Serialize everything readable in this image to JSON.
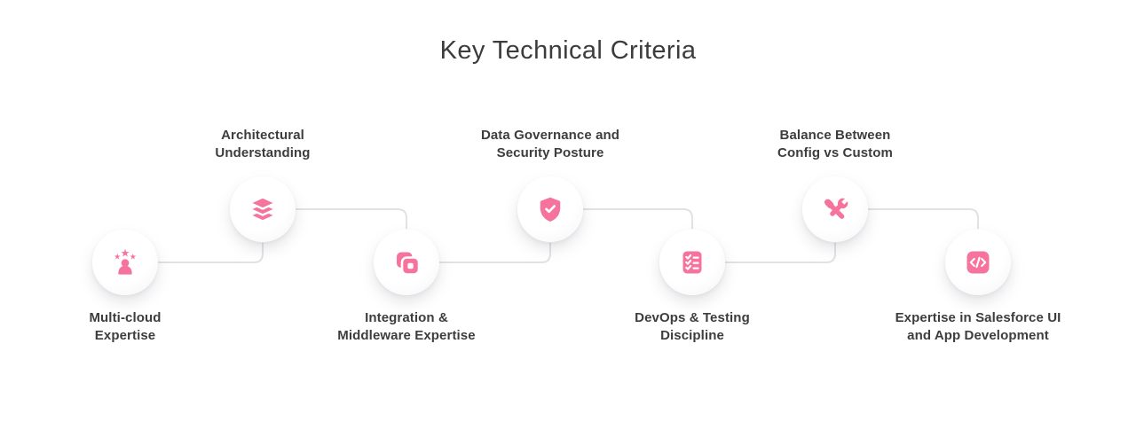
{
  "title": "Key Technical Criteria",
  "theme": {
    "accent_pink": "#F5739D",
    "connector_gray": "#E2E2E2",
    "text_dark": "#3D3D3D",
    "background": "#FFFFFF",
    "circle_fill": "#FFFFFF"
  },
  "diagram": {
    "type": "zigzag-process-flow",
    "node_count": 7,
    "flow_order": "left-to-right"
  },
  "nodes": [
    {
      "label": "Multi-cloud\nExpertise",
      "icon": "user-stars-icon",
      "position": "low"
    },
    {
      "label": "Architectural\nUnderstanding",
      "icon": "layers-icon",
      "position": "high"
    },
    {
      "label": "Integration &\nMiddleware Expertise",
      "icon": "overlapping-squares-icon",
      "position": "low"
    },
    {
      "label": "Data Governance and\nSecurity Posture",
      "icon": "shield-check-icon",
      "position": "high"
    },
    {
      "label": "DevOps & Testing\nDiscipline",
      "icon": "checklist-icon",
      "position": "low"
    },
    {
      "label": "Balance Between\nConfig vs Custom",
      "icon": "tools-icon",
      "position": "high"
    },
    {
      "label": "Expertise in Salesforce UI\nand App Development",
      "icon": "code-icon",
      "position": "low"
    }
  ]
}
